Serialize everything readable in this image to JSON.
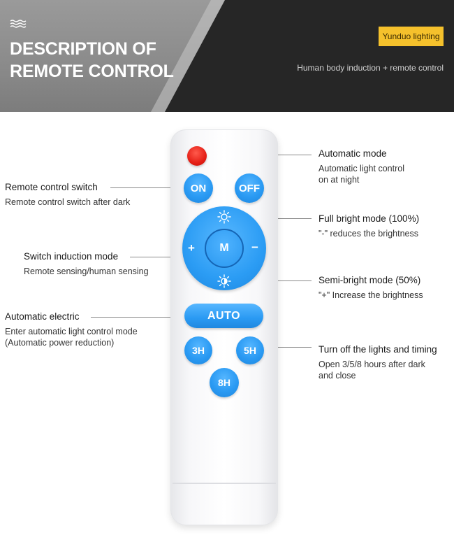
{
  "header": {
    "title_line1": "DESCRIPTION OF",
    "title_line2": "REMOTE CONTROL",
    "brand": "Yunduo lighting",
    "subtitle": "Human body induction + remote control"
  },
  "colors": {
    "accent_blue": "#2a9af3",
    "power_red": "#e51f16",
    "brand_yellow": "#f5c12c",
    "header_dark": "#262626",
    "header_gray": "#8a8a8a"
  },
  "buttons": {
    "on": "ON",
    "off": "OFF",
    "center": "M",
    "plus": "+",
    "minus": "−",
    "auto": "AUTO",
    "t3": "3H",
    "t5": "5H",
    "t8": "8H"
  },
  "icons": {
    "header": "triple-wave-icon",
    "brightness_up": "sun-icon",
    "brightness_half": "half-sun-icon",
    "power": "red-dot-button"
  },
  "annotations": {
    "automatic_mode": {
      "title": "Automatic mode",
      "desc1": "Automatic light control",
      "desc2": "on at night"
    },
    "remote_switch": {
      "title": "Remote control switch",
      "desc": "Remote control switch after dark"
    },
    "full_bright": {
      "title": "Full bright mode (100%)",
      "desc": "\"-\" reduces the brightness"
    },
    "switch_induction": {
      "title": "Switch induction mode",
      "desc": "Remote sensing/human sensing"
    },
    "semi_bright": {
      "title": "Semi-bright mode (50%)",
      "desc": "\"+\" Increase the brightness"
    },
    "automatic_electric": {
      "title": "Automatic electric",
      "desc1": "Enter automatic light control mode",
      "desc2": "(Automatic power reduction)"
    },
    "timing": {
      "title": "Turn off the lights and timing",
      "desc1": "Open 3/5/8 hours after dark",
      "desc2": "and close"
    }
  }
}
